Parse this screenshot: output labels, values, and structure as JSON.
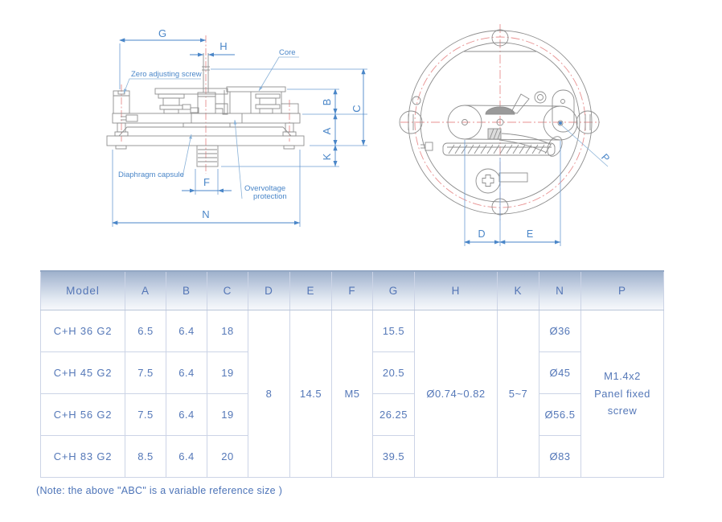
{
  "colors": {
    "dim_blue": "#4a86c8",
    "ext_blue": "#6b9bd2",
    "leader_blue": "#8ab2d8",
    "outline_gray": "#8e8e8e",
    "centerline_red": "#e89090",
    "table_text": "#5578b8"
  },
  "side_view": {
    "labels": {
      "G": "G",
      "H": "H",
      "B": "B",
      "C": "C",
      "A": "A",
      "K": "K",
      "F": "F",
      "N": "N",
      "zero": "Zero adjusting screw",
      "core": "Core",
      "capsule": "Diaphragm capsule",
      "ov1": "Overvoltage",
      "ov2": "protection"
    }
  },
  "top_view": {
    "labels": {
      "D": "D",
      "E": "E",
      "P": "P"
    }
  },
  "table": {
    "headers": [
      "Model",
      "A",
      "B",
      "C",
      "D",
      "E",
      "F",
      "G",
      "H",
      "K",
      "N",
      "P"
    ],
    "rows": [
      {
        "model": "C+H 36 G2",
        "a": "6.5",
        "b": "6.4",
        "c": "18",
        "g": "15.5",
        "n": "Ø36"
      },
      {
        "model": "C+H 45 G2",
        "a": "7.5",
        "b": "6.4",
        "c": "19",
        "g": "20.5",
        "n": "Ø45"
      },
      {
        "model": "C+H 56 G2",
        "a": "7.5",
        "b": "6.4",
        "c": "19",
        "g": "26.25",
        "n": "Ø56.5"
      },
      {
        "model": "C+H 83 G2",
        "a": "8.5",
        "b": "6.4",
        "c": "20",
        "g": "39.5",
        "n": "Ø83"
      }
    ],
    "merged": {
      "d": "8",
      "e": "14.5",
      "f": "M5",
      "h": "Ø0.74~0.82",
      "k": "5~7",
      "p1": "M1.4x2",
      "p2": "Panel fixed",
      "p3": "screw"
    }
  },
  "note": "(Note: the above \"ABC\" is a variable reference size )"
}
